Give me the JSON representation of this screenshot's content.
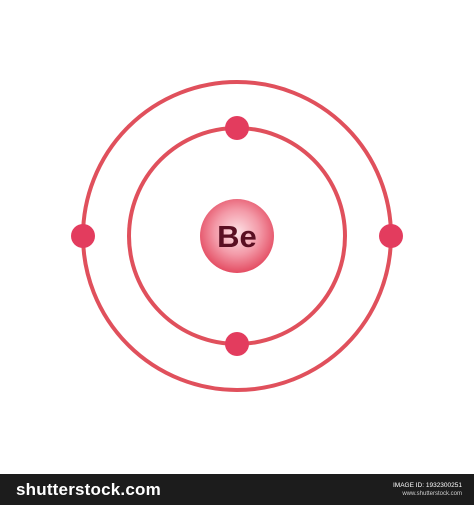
{
  "nucleus": {
    "symbol": "Be"
  },
  "shells": [
    {
      "electrons": 2
    },
    {
      "electrons": 2
    }
  ],
  "colors": {
    "orbit": "#e0505c",
    "electron": "#e33c5e",
    "nucleus_center": "#fde2e6",
    "nucleus_edge": "#e44c62",
    "nucleus_text": "#5a0f22",
    "footer_bg": "#1c1c1c"
  },
  "footer": {
    "brand": "shutterstock.com",
    "image_id": "IMAGE ID: 1932300251",
    "site": "www.shutterstock.com"
  }
}
